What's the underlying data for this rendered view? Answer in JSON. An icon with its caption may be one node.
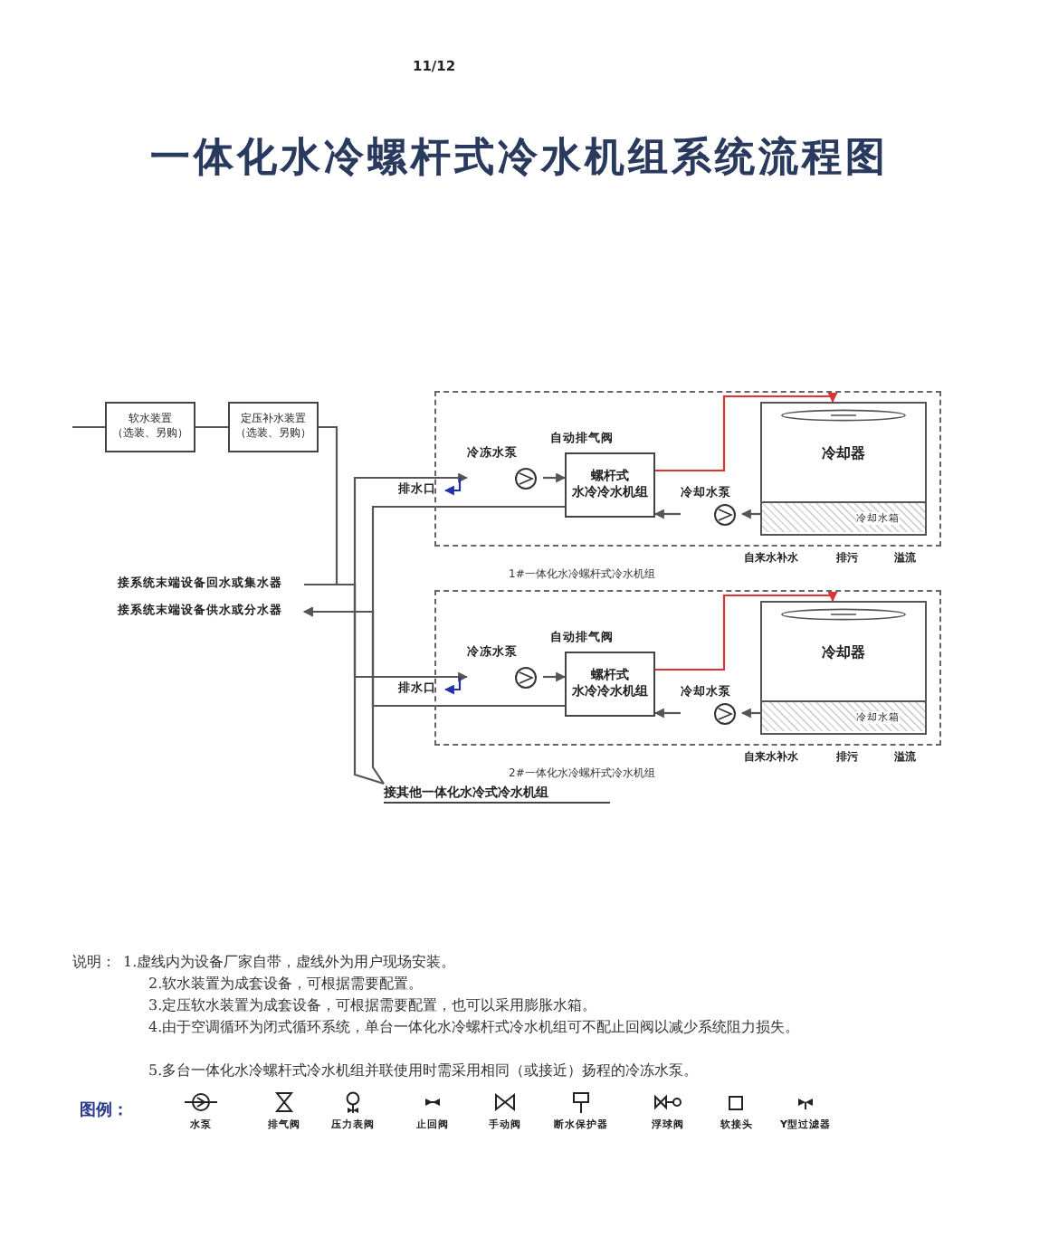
{
  "diagram": {
    "title": "一体化水冷螺杆式冷水机组系统流程图",
    "nodes": [
      {
        "text": [
          "软水装置（选装、另购）"
        ]
      },
      {
        "text": [
          "定压补水装置（选装、另购）"
        ]
      },
      {
        "text": [
          "1#一体化水冷螺杆式冷水机组"
        ]
      },
      {
        "text": [
          "冷冻水泵"
        ],
        "in": 2
      },
      {
        "text": [
          "螺杆式",
          "水冷冷水机组"
        ],
        "in": 2
      },
      {
        "text": [
          "冷却水泵"
        ],
        "in": 2
      },
      {
        "text": [
          "冷却器"
        ],
        "in": 2
      },
      {
        "text": [
          "冷却水箱"
        ],
        "in": 6
      },
      {
        "text": [
          "2#一体化水冷螺杆式冷水机组"
        ]
      },
      {
        "text": [
          "冷冻水泵"
        ],
        "in": 8
      },
      {
        "text": [
          "螺杆式",
          "水冷冷水机组"
        ],
        "in": 8
      },
      {
        "text": [
          "冷却水泵"
        ],
        "in": 8
      },
      {
        "text": [
          "冷却器"
        ],
        "in": 8
      },
      {
        "text": [
          "冷却水箱"
        ],
        "in": 12
      },
      {
        "text": [
          "接系统末端设备回水或集水器"
        ]
      },
      {
        "text": [
          "接系统末端设备供水或分水器"
        ]
      },
      {
        "text": [
          "接其他一体化水冷式冷水机组"
        ]
      },
      {
        "text": [
          "排水口"
        ]
      },
      {
        "text": [
          "排水口"
        ]
      }
    ],
    "edges": [
      {
        "from": null,
        "to": 0,
        "arrow": "none"
      },
      {
        "from": 0,
        "to": 1,
        "arrow": "none"
      },
      {
        "from": 1,
        "to": null,
        "arrow": "none"
      },
      {
        "from": 14,
        "to": 3,
        "arrow": "to"
      },
      {
        "from": 3,
        "to": 4,
        "arrow": "to"
      },
      {
        "from": 5,
        "to": 4,
        "arrow": "to"
      },
      {
        "from": 4,
        "to": 6,
        "arrow": "to",
        "color": "#dd3333"
      },
      {
        "from": 7,
        "to": 5,
        "arrow": "to"
      },
      {
        "from": 4,
        "to": 15,
        "arrow": "to"
      },
      {
        "from": 14,
        "to": 9,
        "arrow": "to"
      },
      {
        "from": 9,
        "to": 10,
        "arrow": "to"
      },
      {
        "from": 11,
        "to": 10,
        "arrow": "to"
      },
      {
        "from": 10,
        "to": 12,
        "arrow": "to",
        "color": "#dd3333"
      },
      {
        "from": 13,
        "to": 11,
        "arrow": "to"
      },
      {
        "from": 10,
        "to": 15,
        "arrow": "to"
      },
      {
        "from": 14,
        "to": 16,
        "arrow": "none"
      },
      {
        "from": 15,
        "to": 16,
        "arrow": "none"
      },
      {
        "from": null,
        "to": 17,
        "arrow": "to",
        "color": "#2233aa"
      },
      {
        "from": null,
        "to": 18,
        "arrow": "to",
        "color": "#2233aa"
      }
    ],
    "labels": [
      "11/12",
      "自动排气阀",
      "自来水补水",
      "排污",
      "溢流",
      "自动排气阀",
      "自来水补水",
      "排污",
      "溢流",
      "说明：",
      "1.虚线内为设备厂家自带，虚线外为用户现场安装。",
      "2.软水装置为成套设备，可根据需要配置。",
      "3.定压软水装置为成套设备，可根据需要配置，也可以采用膨胀水箱。",
      "4.由于空调循环为闭式循环系统，单台一体化水冷螺杆式冷水机组可不配止回阀以减少系统阻力损失。",
      "5.多台一体化水冷螺杆式冷水机组并联使用时需采用相同（或接近）扬程的冷冻水泵。",
      "图例："
    ],
    "legend": [
      {
        "text": "水泵"
      },
      {
        "text": "排气阀"
      },
      {
        "text": "压力表阀"
      },
      {
        "text": "止回阀"
      },
      {
        "text": "手动阀"
      },
      {
        "text": "断水保护器"
      },
      {
        "text": "浮球阀"
      },
      {
        "text": "软接头"
      },
      {
        "text": "Y型过滤器"
      }
    ]
  }
}
